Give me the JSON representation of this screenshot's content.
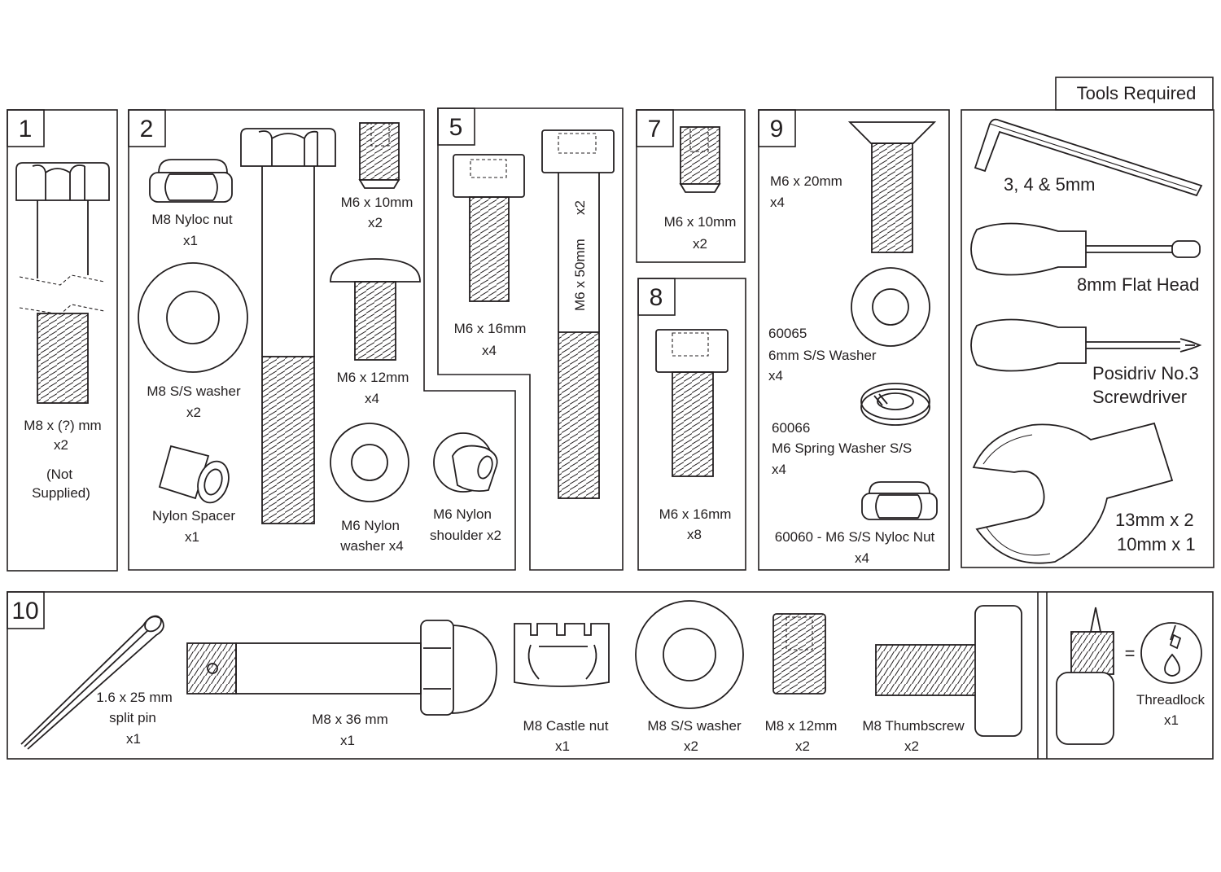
{
  "header": {
    "tools_required": "Tools Required"
  },
  "sections": {
    "s1": {
      "number": "1",
      "items": [
        {
          "name": "M8 x (?) mm",
          "qty": "x2",
          "note_line1": "(Not",
          "note_line2": "Supplied)"
        }
      ]
    },
    "s2": {
      "number": "2",
      "items": [
        {
          "name": "M8 Nyloc nut",
          "qty": "x1"
        },
        {
          "name": "M8 S/S washer",
          "qty": "x2"
        },
        {
          "name": "Nylon Spacer",
          "qty": "x1"
        },
        {
          "name": "M6 x 10mm",
          "qty": "x2"
        },
        {
          "name": "M6 x 12mm",
          "qty": "x4"
        },
        {
          "name_line1": "M6 Nylon",
          "name_line2": "washer x4"
        },
        {
          "name_line1": "M6 Nylon",
          "name_line2": "shoulder x2"
        }
      ]
    },
    "s5": {
      "number": "5",
      "items": [
        {
          "name": "M6 x 16mm",
          "qty": "x4"
        },
        {
          "name": "M6 x 50mm",
          "qty": "x2"
        }
      ]
    },
    "s7": {
      "number": "7",
      "items": [
        {
          "name": "M6 x 10mm",
          "qty": "x2"
        }
      ]
    },
    "s8": {
      "number": "8",
      "items": [
        {
          "name": "M6 x 16mm",
          "qty": "x8"
        }
      ]
    },
    "s9": {
      "number": "9",
      "items": [
        {
          "name": "M6 x 20mm",
          "qty": "x4"
        },
        {
          "code": "60065",
          "name": "6mm S/S Washer",
          "qty": "x4"
        },
        {
          "code": "60066",
          "name": "M6 Spring Washer S/S",
          "qty": "x4"
        },
        {
          "name": "60060 - M6 S/S Nyloc Nut",
          "qty": "x4"
        }
      ]
    },
    "s10": {
      "number": "10",
      "items": [
        {
          "name_line1": "1.6 x 25 mm",
          "name_line2": "split pin",
          "qty": "x1"
        },
        {
          "name": "M8 x 36 mm",
          "qty": "x1"
        },
        {
          "name": "M8 Castle nut",
          "qty": "x1"
        },
        {
          "name": "M8 S/S washer",
          "qty": "x2"
        },
        {
          "name": "M8 x 12mm",
          "qty": "x2"
        },
        {
          "name": "M8 Thumbscrew",
          "qty": "x2"
        }
      ],
      "extra": {
        "equals": "=",
        "name": "Threadlock",
        "qty": "x1"
      }
    }
  },
  "tools": {
    "hex_keys": "3, 4 & 5mm",
    "flat_head": "8mm Flat Head",
    "posidriv_line1": "Posidriv No.3",
    "posidriv_line2": "Screwdriver",
    "spanner_line1": "13mm x 2",
    "spanner_line2": "10mm x 1"
  }
}
